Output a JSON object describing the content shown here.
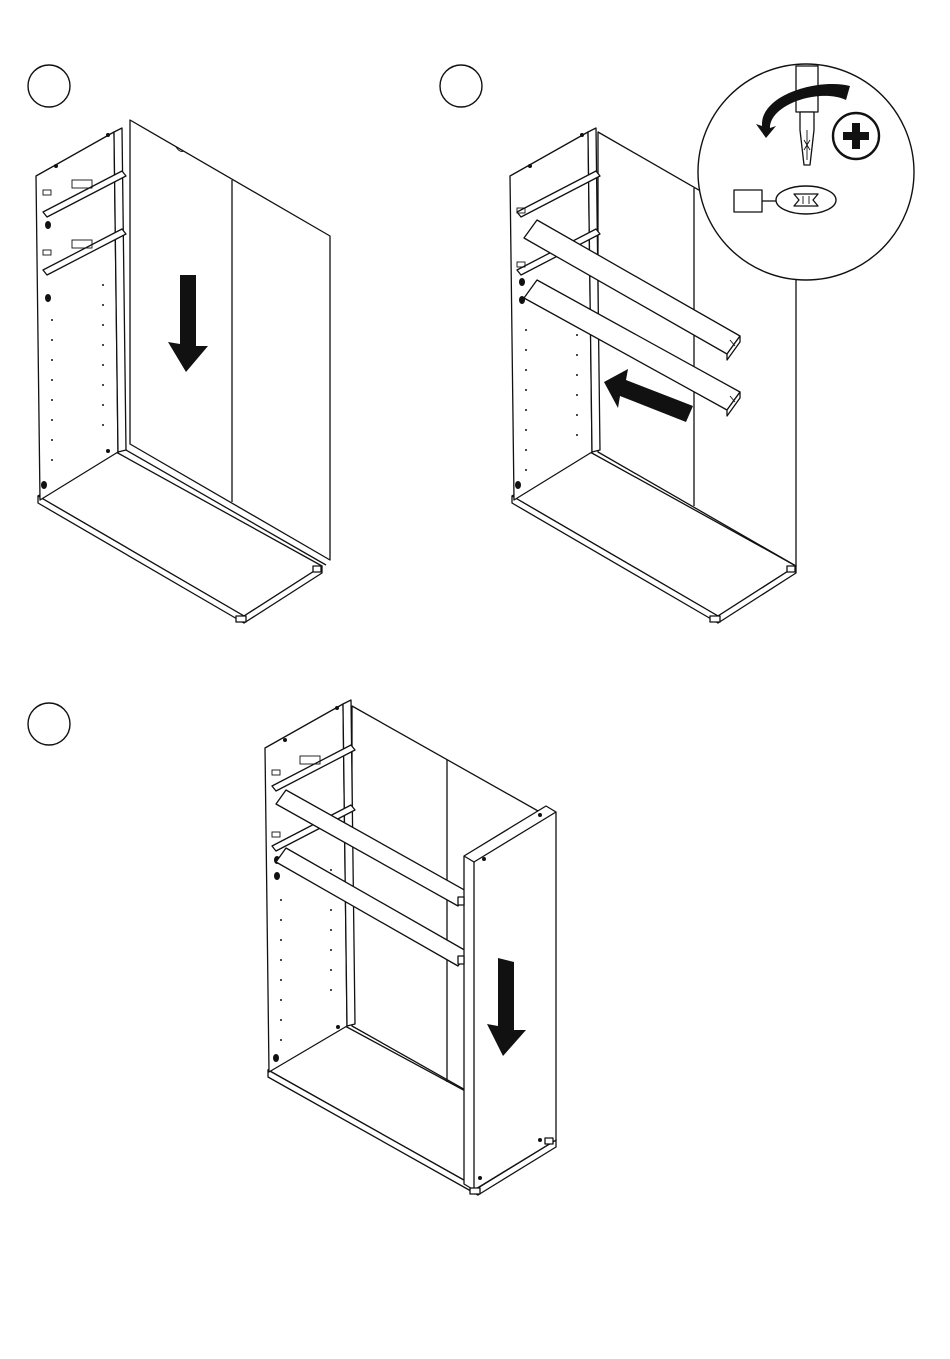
{
  "steps": [
    {
      "id": "step-a",
      "number": "",
      "action": "slide-back-panel-down"
    },
    {
      "id": "step-b",
      "number": "",
      "action": "insert-and-screw-rails"
    },
    {
      "id": "step-c",
      "number": "",
      "action": "attach-side-panel"
    }
  ],
  "detail": {
    "tool": "phillips-screwdriver",
    "tool_symbol": "+",
    "part_box_label": ""
  },
  "colors": {
    "line": "#111111",
    "fill": "#ffffff",
    "arrow": "#111111"
  },
  "icons": {
    "arrow_down": "arrow-down-icon",
    "arrow_left": "arrow-left-icon",
    "rotate": "rotate-clockwise-icon",
    "phillips": "phillips-plus-icon"
  }
}
